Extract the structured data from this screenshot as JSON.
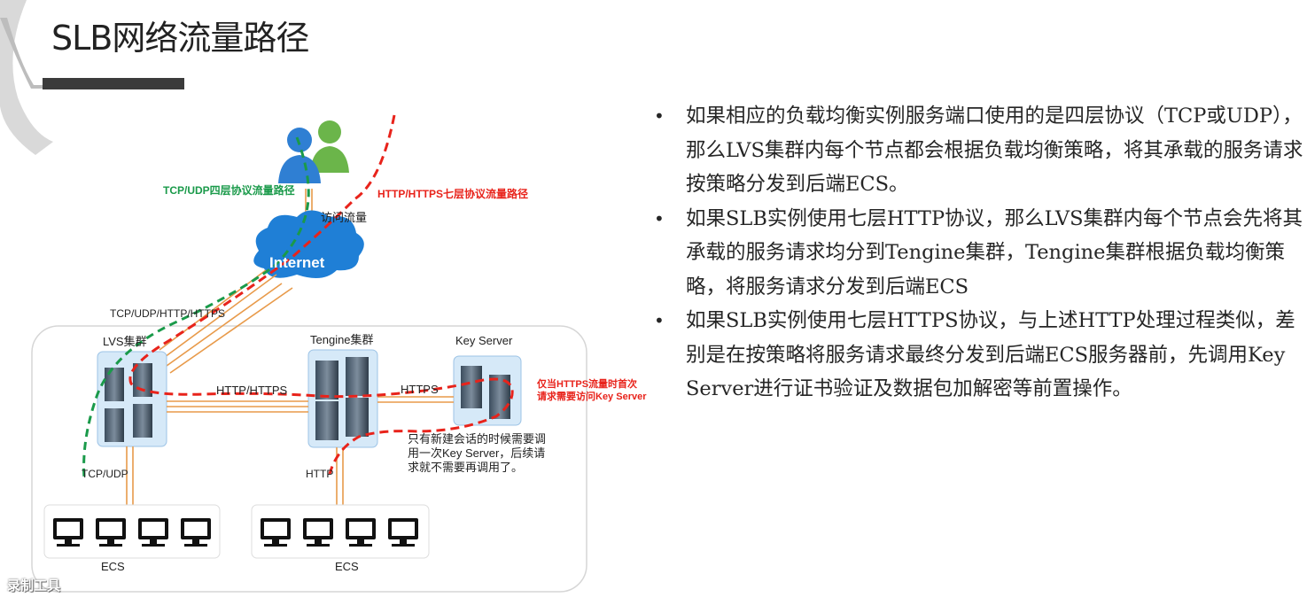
{
  "slide": {
    "title": "SLB网络流量路径"
  },
  "diagram": {
    "internet_label": "Internet",
    "access_traffic_label": "访问流量",
    "l4_path_label": "TCP/UDP四层协议流量路径",
    "l7_path_label": "HTTP/HTTPS七层协议流量路径",
    "protocols_label": "TCP/UDP/HTTP/HTTPS",
    "lvs_cluster_label": "LVS集群",
    "tengine_cluster_label": "Tengine集群",
    "key_server_label": "Key Server",
    "lvs_to_tengine_label": "HTTP/HTTPS",
    "tengine_to_key_label": "HTTPS",
    "key_server_note_line1": "仅当HTTPS流量时首次",
    "key_server_note_line2": "请求需要访问Key Server",
    "session_note_line1": "只有新建会话的时候需要调",
    "session_note_line2": "用一次Key Server，后续请",
    "session_note_line3": "求就不需要再调用了。",
    "lvs_ecs_protocol": "TCP/UDP",
    "tengine_ecs_protocol": "HTTP",
    "ecs_label_left": "ECS",
    "ecs_label_right": "ECS",
    "colors": {
      "l4_path": "#1a9a4a",
      "l7_path": "#e8231b",
      "connector": "#e89a4a",
      "cloud": "#1f7fd6"
    }
  },
  "bullets": [
    "如果相应的负载均衡实例服务端口使用的是四层协议（TCP或UDP），那么LVS集群内每个节点都会根据负载均衡策略，将其承载的服务请求按策略分发到后端ECS。",
    "如果SLB实例使用七层HTTP协议，那么LVS集群内每个节点会先将其承载的服务请求均分到Tengine集群，Tengine集群根据负载均衡策略，将服务请求分发到后端ECS",
    "如果SLB实例使用七层HTTPS协议，与上述HTTP处理过程类似，差别是在按策略将服务请求最终分发到后端ECS服务器前，先调用Key Server进行证书验证及数据包加解密等前置操作。"
  ],
  "watermark": "录制工具"
}
